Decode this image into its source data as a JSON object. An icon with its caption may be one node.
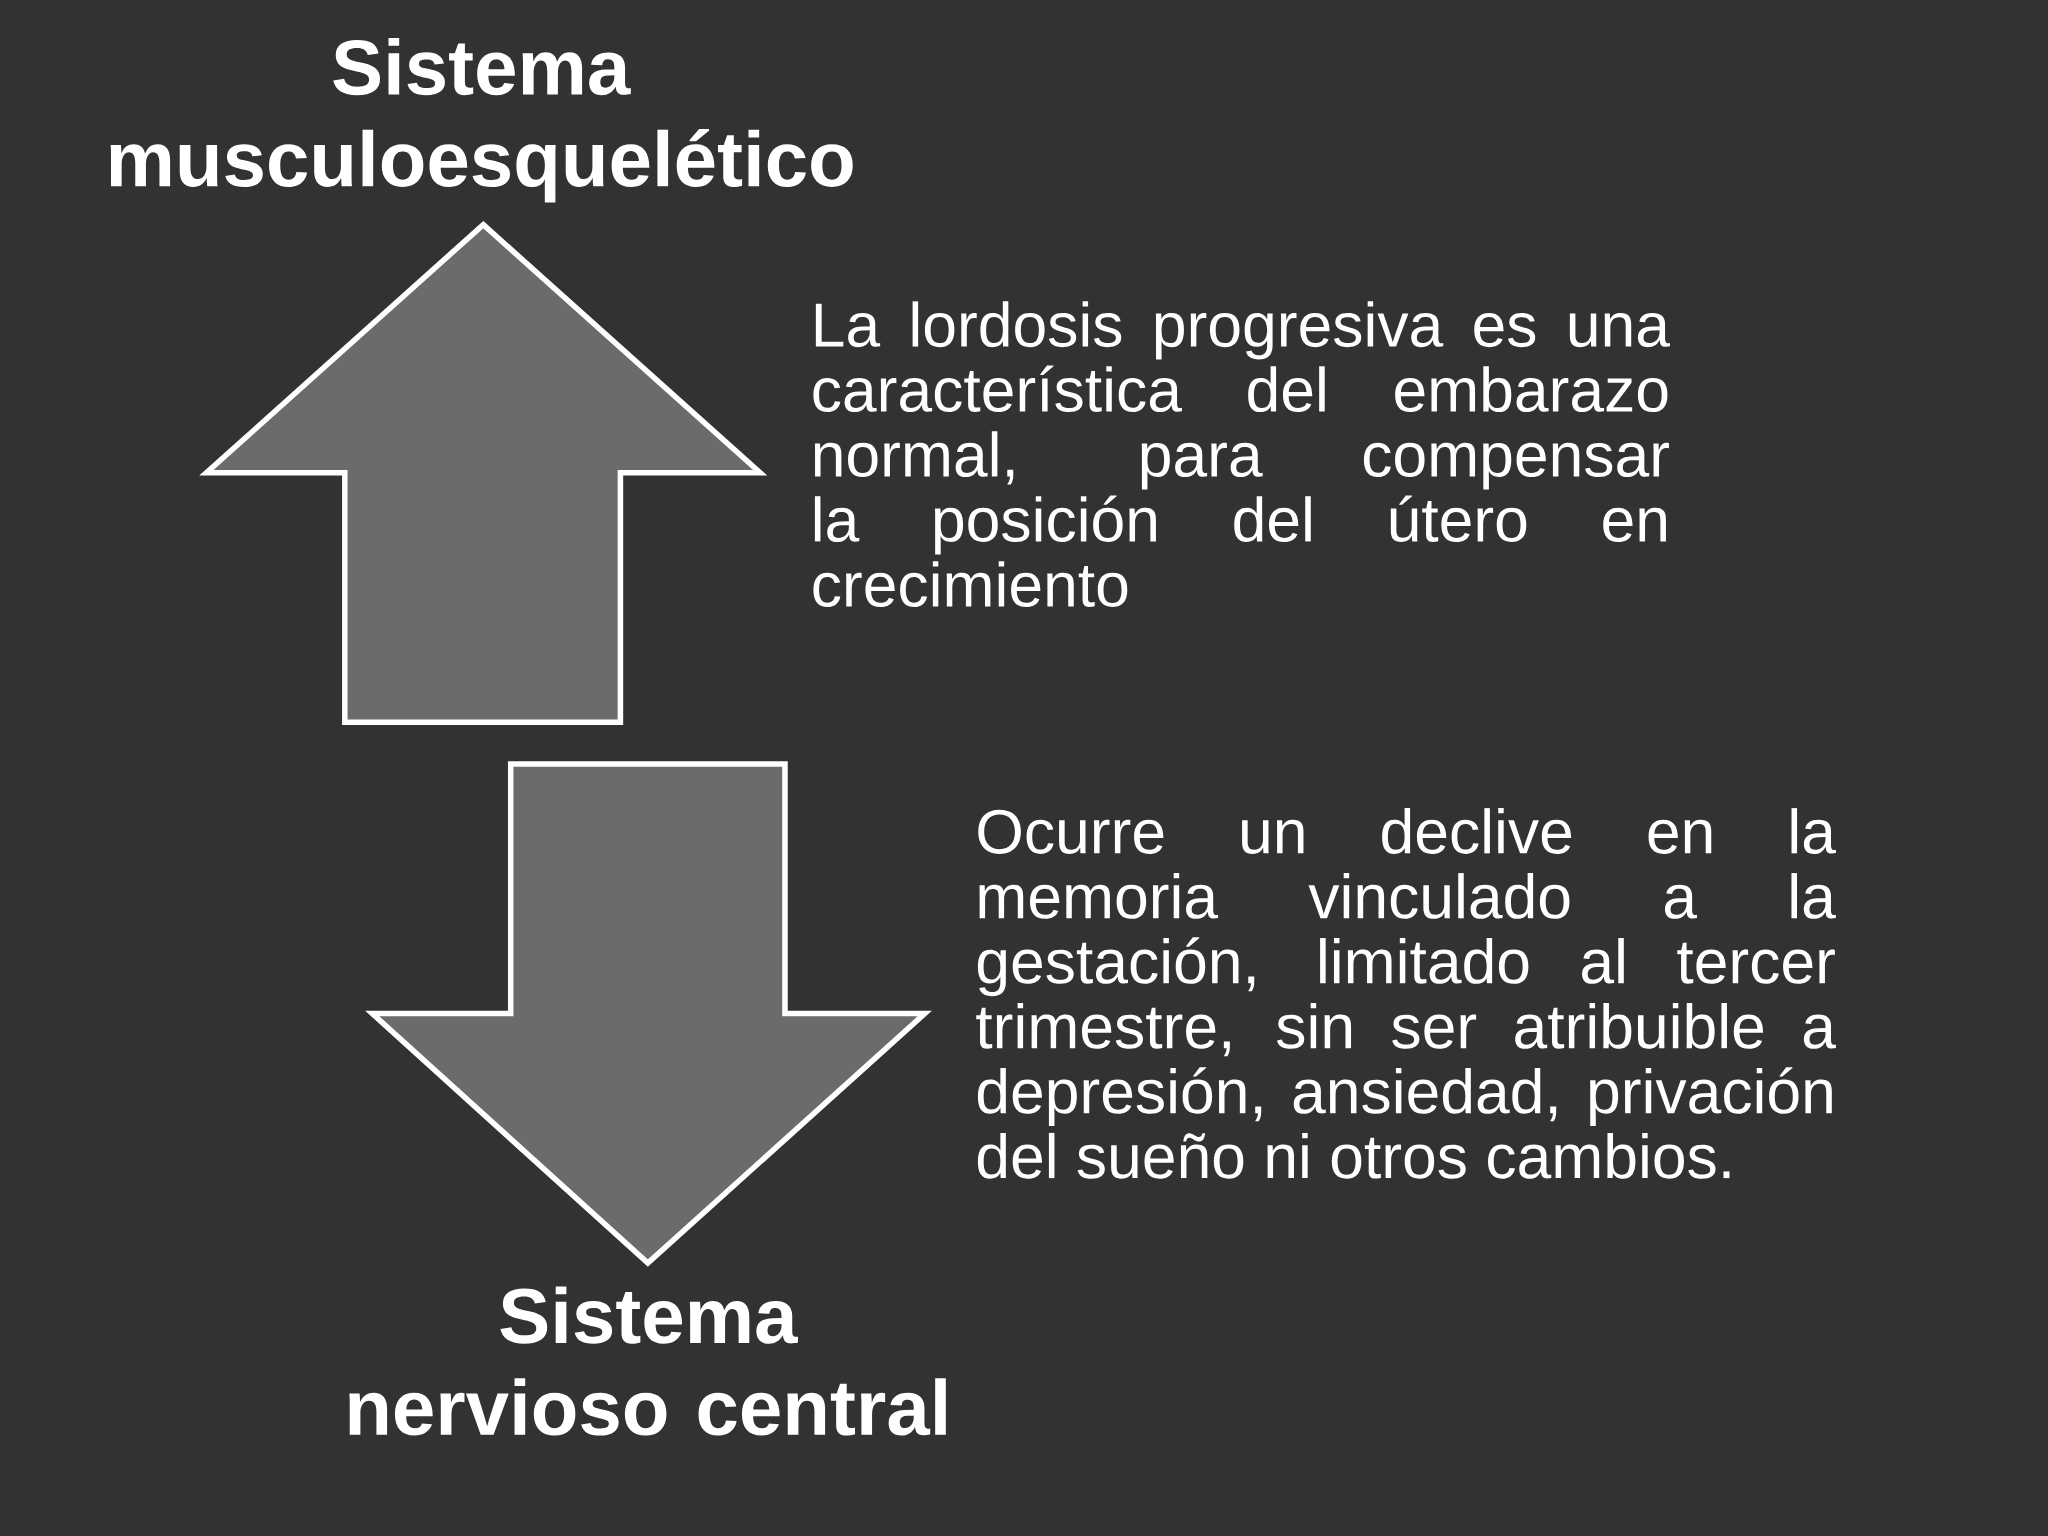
{
  "diagram": {
    "nodes": [
      {
        "text": [
          "Sistema musculoesquelético"
        ],
        "beside": [
          "La lordosis progresiva es una característica del embarazo normal, para compensar la posición del útero en crecimiento"
        ]
      },
      {
        "text": [
          "Sistema nervioso central"
        ],
        "beside": [
          "Ocurre un declive en la memoria vinculado a la gestación, limitado al tercer trimestre, sin ser atribuible a depresión, ansiedad, privación del sueño ni otros cambios."
        ]
      }
    ]
  }
}
